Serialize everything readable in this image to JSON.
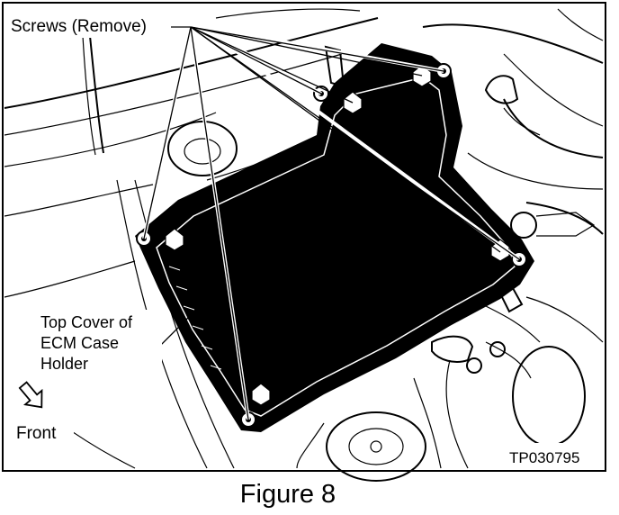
{
  "figure": {
    "caption": "Figure 8",
    "code": "TP030795",
    "labels": {
      "screws": "Screws (Remove)",
      "cover_line1": "Top Cover of",
      "cover_line2": "ECM Case",
      "cover_line3": "Holder",
      "front": "Front"
    }
  },
  "colors": {
    "ink": "#000000",
    "paper": "#ffffff"
  },
  "icons": {
    "direction": "front-arrow-icon",
    "fastener": "screw-icon"
  }
}
